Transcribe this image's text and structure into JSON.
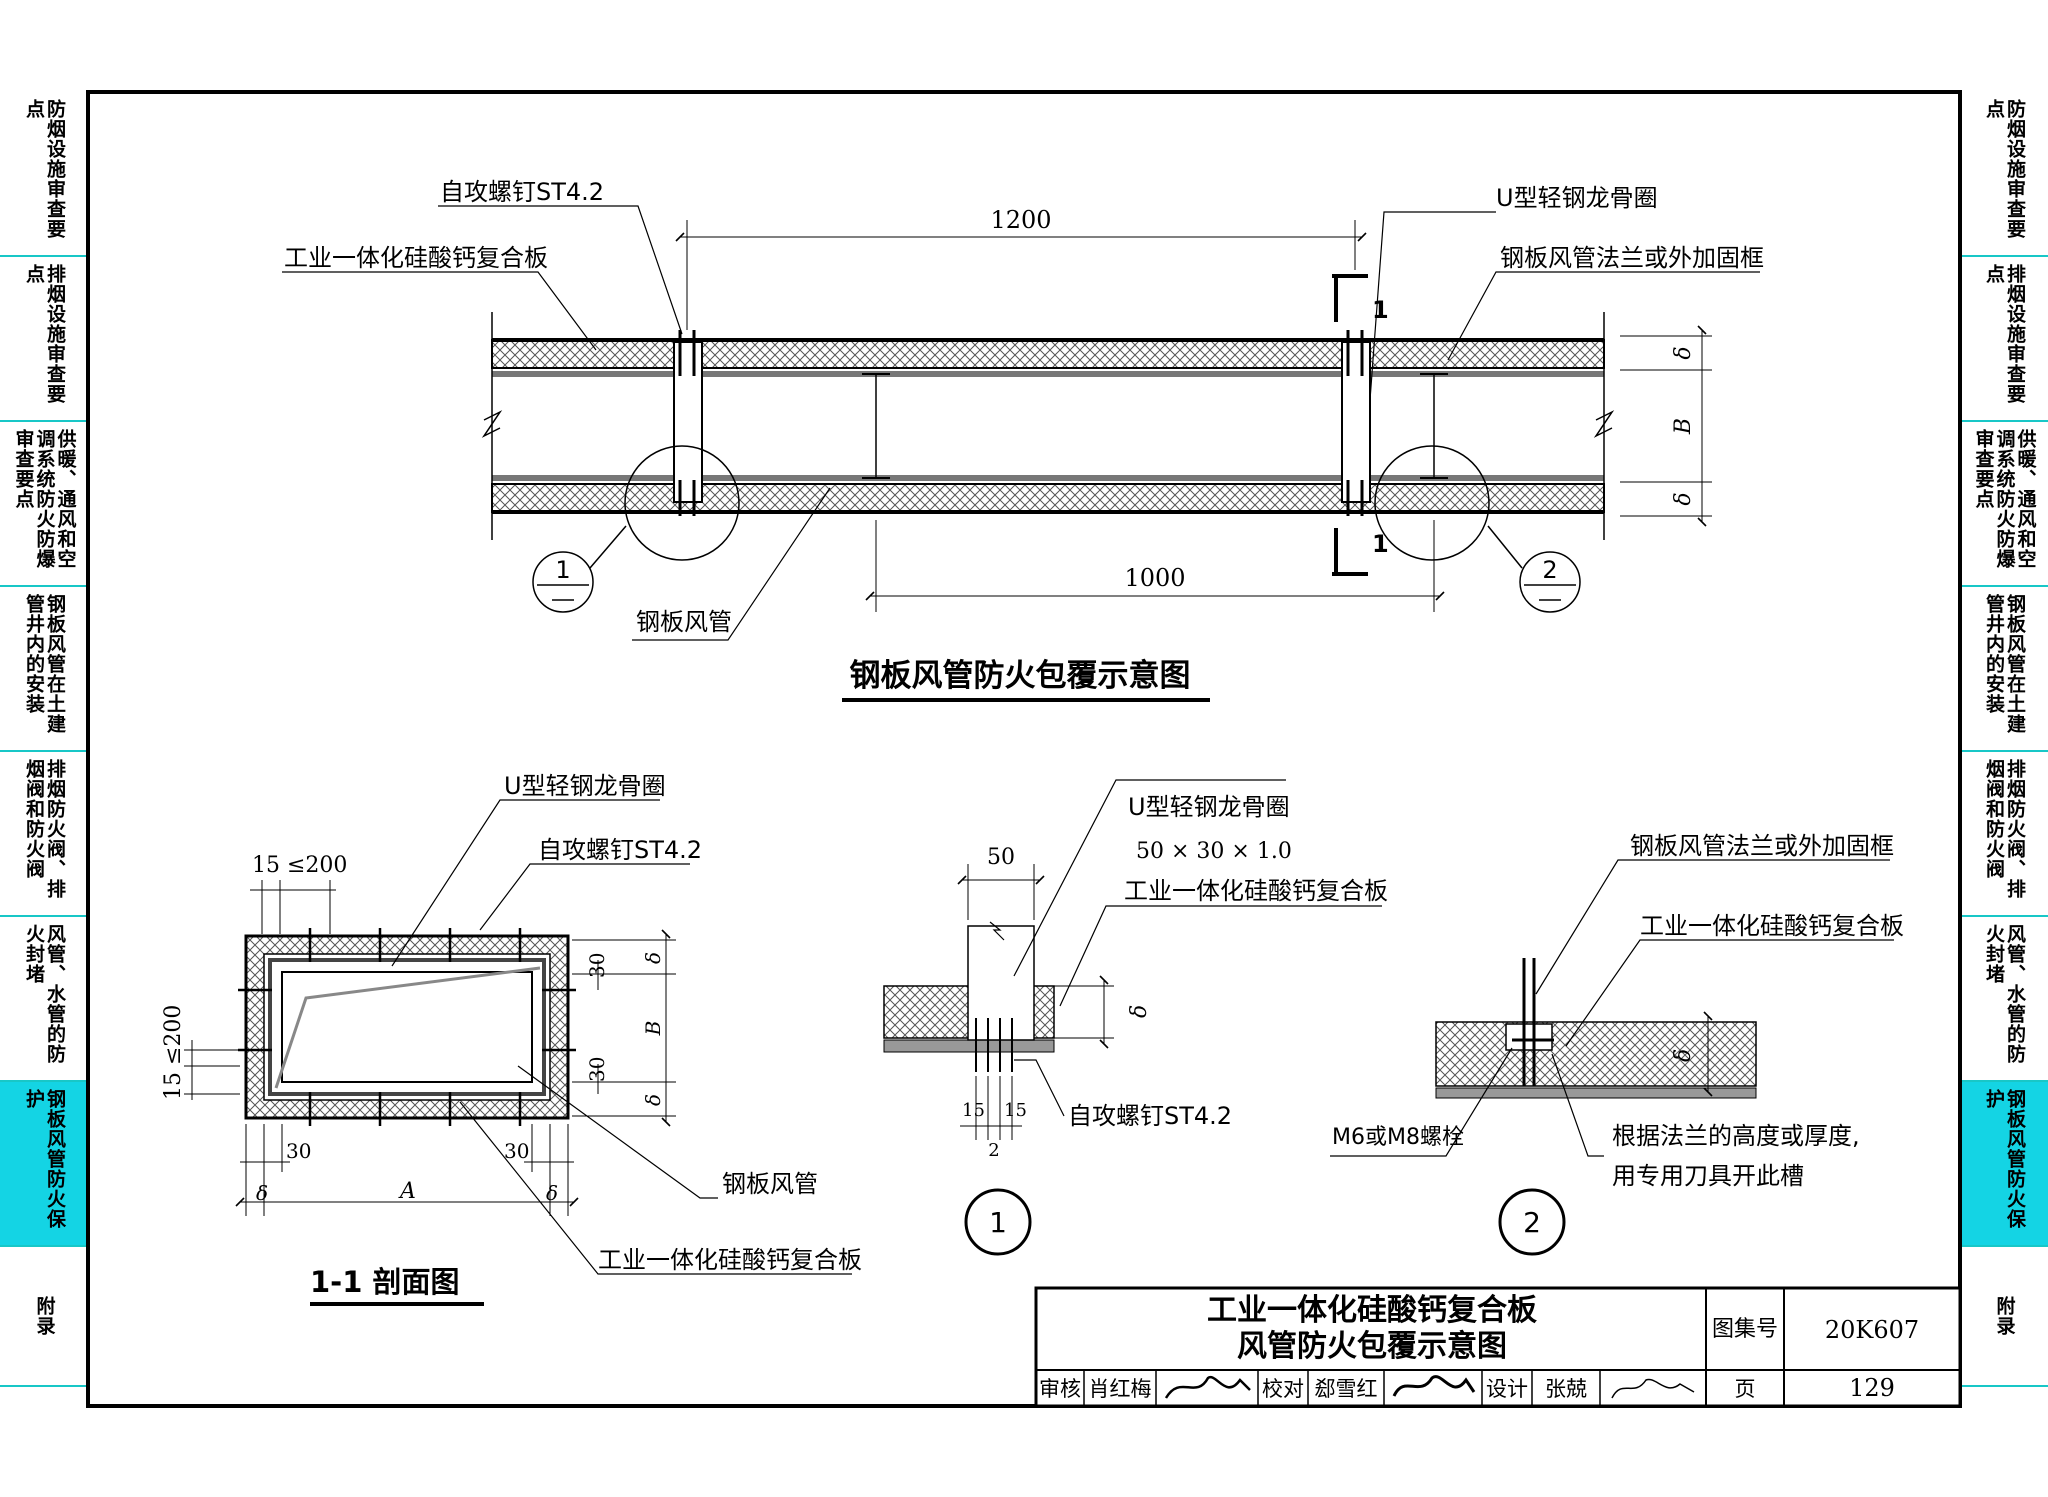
{
  "side_tabs": [
    {
      "label": "防烟设施审查要点",
      "active": false
    },
    {
      "label": "排烟设施审查要点",
      "active": false
    },
    {
      "label": "供暖、通风和空调系统防火防爆审查要点",
      "active": false
    },
    {
      "label": "钢板风管在土建管井内的安装",
      "active": false
    },
    {
      "label": "排烟防火阀、排烟阀和防火阀",
      "active": false
    },
    {
      "label": "风管、水管的防火封堵",
      "active": false
    },
    {
      "label": "钢板风管防火保护",
      "active": true
    },
    {
      "label": "附录",
      "active": false
    }
  ],
  "main_view": {
    "title": "钢板风管防火包覆示意图",
    "labels": {
      "screw": "自攻螺钉ST4.2",
      "board": "工业一体化硅酸钙复合板",
      "u_ring": "U型轻钢龙骨圈",
      "flange": "钢板风管法兰或外加固框",
      "duct": "钢板风管"
    },
    "dims": {
      "top": "1200",
      "bottom": "1000",
      "delta": "δ",
      "b": "B"
    },
    "section_mark": "1",
    "callouts": [
      "1",
      "2"
    ]
  },
  "section_view": {
    "title": "1-1 剖面图",
    "labels": {
      "u_ring": "U型轻钢龙骨圈",
      "screw": "自攻螺钉ST4.2",
      "duct": "钢板风管",
      "board": "工业一体化硅酸钙复合板"
    },
    "dims": {
      "top": "15 ≤200",
      "left": "15 ≤200",
      "d30": "30",
      "a": "A",
      "b": "B",
      "delta": "δ"
    }
  },
  "detail_1": {
    "number": "1",
    "labels": {
      "u_ring": "U型轻钢龙骨圈",
      "u_size": "50 × 30 × 1.0",
      "board": "工业一体化硅酸钙复合板",
      "screw": "自攻螺钉ST4.2"
    },
    "dims": {
      "w": "50",
      "a": "15",
      "b": "15",
      "c": "2",
      "delta": "δ"
    }
  },
  "detail_2": {
    "number": "2",
    "labels": {
      "flange": "钢板风管法兰或外加固框",
      "board": "工业一体化硅酸钙复合板",
      "bolt": "M6或M8螺栓",
      "note_1": "根据法兰的高度或厚度,",
      "note_2": "用专用刀具开此槽"
    },
    "dims": {
      "delta": "δ"
    }
  },
  "title_block": {
    "title_1": "工业一体化硅酸钙复合板",
    "title_2": "风管防火包覆示意图",
    "atlas_label": "图集号",
    "atlas_no": "20K607",
    "review_label": "审核",
    "reviewer": "肖红梅",
    "check_label": "校对",
    "checker": "郄雪红",
    "design_label": "设计",
    "designer": "张兢",
    "page_label": "页",
    "page_no": "129"
  }
}
